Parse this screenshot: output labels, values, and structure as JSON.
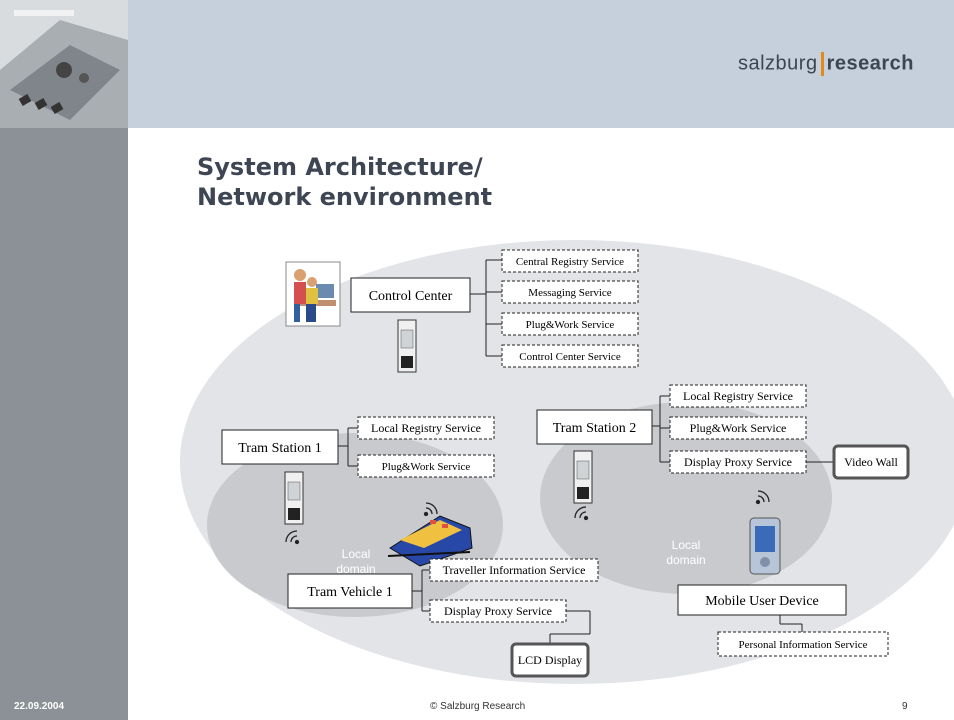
{
  "header": {
    "logo_left": "salzburg",
    "logo_right": "research"
  },
  "slide": {
    "title_line1": "System Architecture/",
    "title_line2": "Network environment"
  },
  "diagram": {
    "control_center": {
      "label": "Control Center",
      "services": [
        "Central Registry Service",
        "Messaging Service",
        "Plug&Work Service",
        "Control Center Service"
      ]
    },
    "tram_station_1": {
      "label": "Tram Station 1",
      "services": [
        "Local Registry Service",
        "Plug&Work Service"
      ]
    },
    "tram_station_2": {
      "label": "Tram Station 2",
      "services": [
        "Local Registry Service",
        "Plug&Work Service",
        "Display Proxy Service"
      ]
    },
    "video_wall": "Video Wall",
    "tram_vehicle_1": {
      "label": "Tram Vehicle 1",
      "services": [
        "Traveller Information Service",
        "Display Proxy Service"
      ]
    },
    "lcd_display": "LCD Display",
    "mobile_user_device": {
      "label": "Mobile User Device",
      "services": [
        "Personal Information Service"
      ]
    },
    "local_domain_left": [
      "Local",
      "domain"
    ],
    "local_domain_right": [
      "Local",
      "domain"
    ]
  },
  "footer": {
    "date": "22.09.2004",
    "copyright": "© Salzburg Research",
    "page": "9"
  }
}
